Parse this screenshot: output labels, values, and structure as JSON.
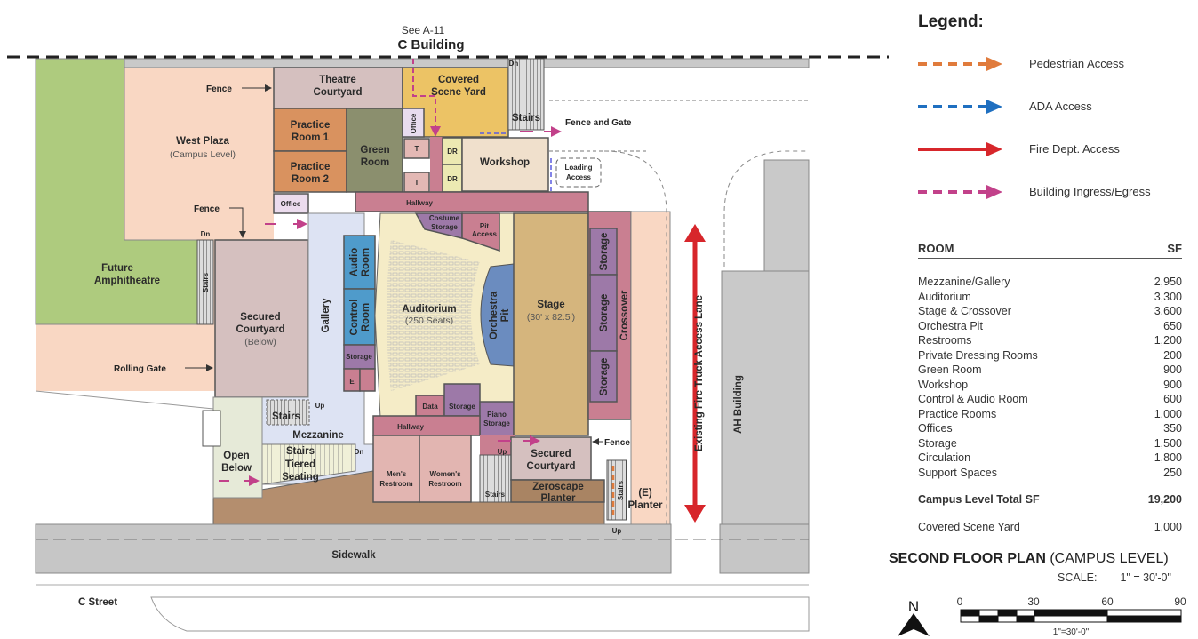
{
  "plan": {
    "north_ref": "See A-11",
    "north_building": "C Building",
    "labels": {
      "fence1": "Fence",
      "fence2": "Fence",
      "fence3": "Fence",
      "fence_gate": "Fence and Gate",
      "rolling_gate": "Rolling Gate",
      "west_plaza": "West Plaza",
      "west_plaza_sub": "(Campus Level)",
      "amphitheatre_1": "Future",
      "amphitheatre_2": "Amphitheatre",
      "theatre_courtyard_1": "Theatre",
      "theatre_courtyard_2": "Courtyard",
      "covered_scene_yard_1": "Covered",
      "covered_scene_yard_2": "Scene Yard",
      "practice1_1": "Practice",
      "practice1_2": "Room 1",
      "practice2_1": "Practice",
      "practice2_2": "Room 2",
      "green_room_1": "Green",
      "green_room_2": "Room",
      "office_top": "Office",
      "office_left": "Office",
      "t1": "T",
      "t2": "T",
      "dr1": "DR",
      "dr2": "DR",
      "workshop": "Workshop",
      "loading_1": "Loading",
      "loading_2": "Access",
      "stairs_top": "Stairs",
      "dn_top": "Dn",
      "hallway_top": "Hallway",
      "costume_1": "Costume",
      "costume_2": "Storage",
      "pit_access_1": "Pit",
      "pit_access_2": "Access",
      "dn_left": "Dn",
      "stairs_left": "Stairs",
      "secured_courtyard_below_1": "Secured",
      "secured_courtyard_below_2": "Courtyard",
      "secured_courtyard_below_3": "(Below)",
      "gallery": "Gallery",
      "audio_1": "Audio",
      "audio_2": "Room",
      "control_1": "Control",
      "control_2": "Room",
      "storage_left": "Storage",
      "e": "E",
      "auditorium": "Auditorium",
      "auditorium_sub": "(250 Seats)",
      "orchestra_1": "Orchestra",
      "orchestra_2": "Pit",
      "stage": "Stage",
      "stage_sub": "(30' x 82.5')",
      "storage_r1": "Storage",
      "storage_r2": "Storage",
      "storage_r3": "Storage",
      "crossover": "Crossover",
      "data": "Data",
      "storage_mid": "Storage",
      "piano_1": "Piano",
      "piano_2": "Storage",
      "hallway_bottom": "Hallway",
      "mens_1": "Men's",
      "mens_2": "Restroom",
      "womens_1": "Women's",
      "womens_2": "Restroom",
      "up1": "Up",
      "stairs_mid": "Stairs",
      "mezzanine": "Mezzanine",
      "stairs_mez": "Stairs",
      "dn_mez": "Dn",
      "tiered_1": "Tiered",
      "tiered_2": "Seating",
      "open_below_1": "Open",
      "open_below_2": "Below",
      "up2": "Up",
      "stairs_bottom": "Stairs",
      "secured_courtyard_1": "Secured",
      "secured_courtyard_2": "Courtyard",
      "zeroscape_1": "Zeroscape",
      "zeroscape_2": "Planter",
      "stairs_right": "Stairs",
      "up3": "Up",
      "planter_1": "(E)",
      "planter_2": "Planter",
      "fire_lane": "Existing Fire Truck Access Lane",
      "ah_building": "AH Building",
      "sidewalk": "Sidewalk",
      "c_street": "C Street"
    }
  },
  "legend": {
    "title": "Legend:",
    "items": [
      {
        "label": "Pedestrian Access",
        "color": "#e07b3c",
        "style": "dashed"
      },
      {
        "label": "ADA Access",
        "color": "#1f6fc0",
        "style": "dashed"
      },
      {
        "label": "Fire Dept. Access",
        "color": "#d7262b",
        "style": "solid"
      },
      {
        "label": "Building Ingress/Egress",
        "color": "#c2418a",
        "style": "dashed"
      }
    ]
  },
  "room_table": {
    "headers": {
      "room": "ROOM",
      "sf": "SF"
    },
    "rows": [
      {
        "room": "Mezzanine/Gallery",
        "sf": "2,950"
      },
      {
        "room": "Auditorium",
        "sf": "3,300"
      },
      {
        "room": "Stage & Crossover",
        "sf": "3,600"
      },
      {
        "room": "Orchestra Pit",
        "sf": "650"
      },
      {
        "room": "Restrooms",
        "sf": "1,200"
      },
      {
        "room": "Private Dressing Rooms",
        "sf": "200"
      },
      {
        "room": "Green Room",
        "sf": "900"
      },
      {
        "room": "Workshop",
        "sf": "900"
      },
      {
        "room": "Control & Audio Room",
        "sf": "600"
      },
      {
        "room": "Practice Rooms",
        "sf": "1,000"
      },
      {
        "room": "Offices",
        "sf": "350"
      },
      {
        "room": "Storage",
        "sf": "1,500"
      },
      {
        "room": "Circulation",
        "sf": "1,800"
      },
      {
        "room": "Support Spaces",
        "sf": "250"
      }
    ],
    "total": {
      "room": "Campus Level Total SF",
      "sf": "19,200"
    },
    "extra": {
      "room": "Covered Scene Yard",
      "sf": "1,000"
    }
  },
  "title_block": {
    "title_bold": "SECOND FLOOR PLAN",
    "title_rest": " (CAMPUS LEVEL)",
    "scale_label": "SCALE:",
    "scale_value": "1\" = 30'-0\"",
    "north": "N",
    "scale_ticks": [
      "0",
      "30",
      "60",
      "90"
    ],
    "scale_caption": "1\"=30'-0\""
  }
}
